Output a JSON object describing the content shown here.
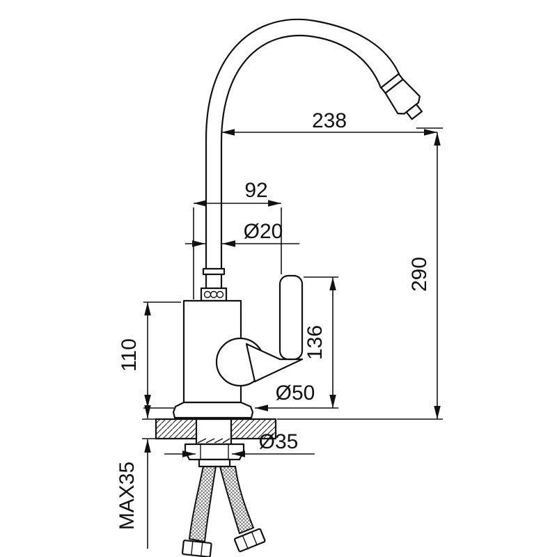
{
  "diagram": {
    "colors": {
      "line": "#111111",
      "background": "#ffffff"
    },
    "dims": {
      "spout_reach": "238",
      "spout_offset": "92",
      "pipe_diameter": "Ø20",
      "overall_height": "290",
      "handle_height": "136",
      "body_height": "110",
      "base_diameter": "Ø50",
      "hole_diameter": "Ø35",
      "max_mount_thickness": "MAX35"
    }
  }
}
